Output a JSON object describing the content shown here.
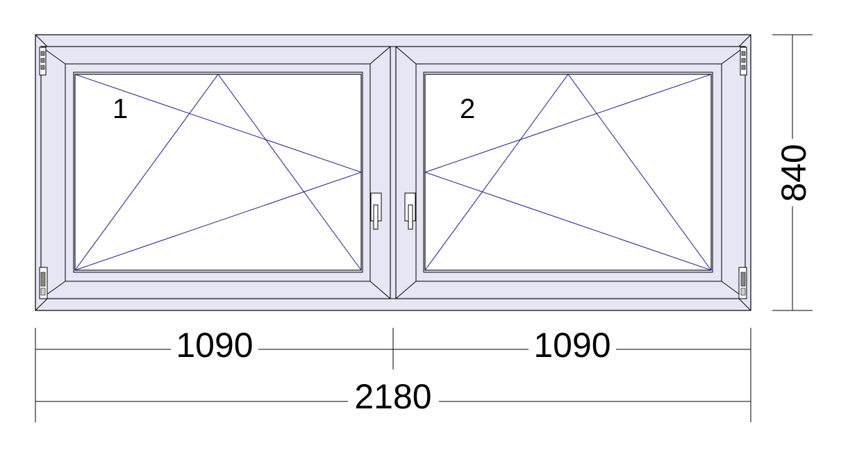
{
  "drawing": {
    "frame_color": "#e6e6f5",
    "line_color": "#000000",
    "opening_line_color": "#1a1a8c",
    "sashes": [
      {
        "label": "1",
        "hinge_side": "left",
        "opening": "tilt-and-turn"
      },
      {
        "label": "2",
        "hinge_side": "right",
        "opening": "tilt-and-turn"
      }
    ],
    "dimensions": {
      "width_left": "1090",
      "width_right": "1090",
      "width_total": "2180",
      "height": "840"
    }
  }
}
